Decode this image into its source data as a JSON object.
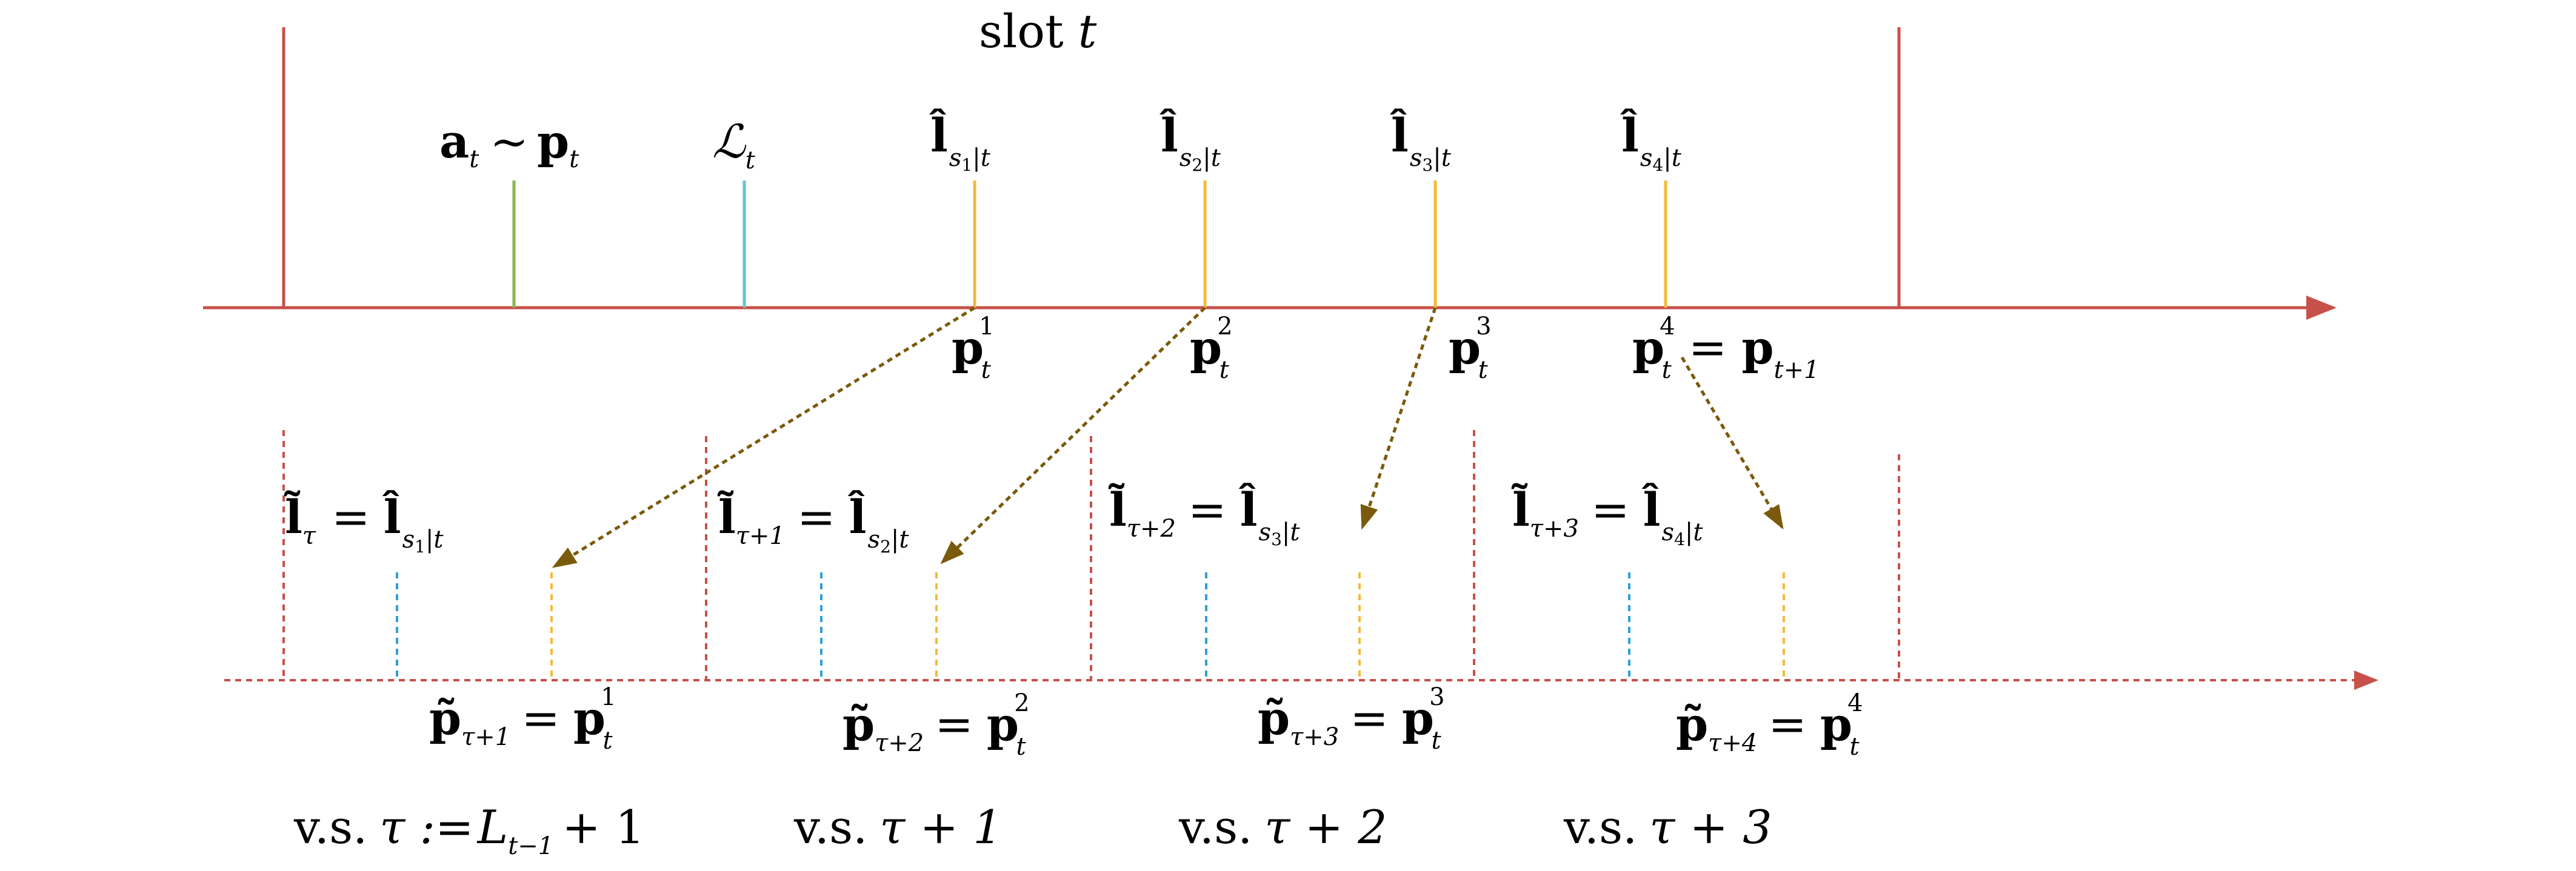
{
  "title": {
    "prefix": "slot",
    "var": "t"
  },
  "colors": {
    "main": "#c8504a",
    "green": "#86b84a",
    "cyan": "#5fc8cf",
    "yellow": "#f5b93a",
    "blue": "#2f9fd8",
    "arrow": "#7a5a0c"
  },
  "top_labels": {
    "a": "a",
    "a_sub": "t",
    "sim": "~",
    "p": "p",
    "p_sub": "t",
    "L": "ℒ",
    "L_sub": "t",
    "lhat": [
      {
        "sym": "l̂",
        "s": "s",
        "idx": "1",
        "tail": "|t"
      },
      {
        "sym": "l̂",
        "s": "s",
        "idx": "2",
        "tail": "|t"
      },
      {
        "sym": "l̂",
        "s": "s",
        "idx": "3",
        "tail": "|t"
      },
      {
        "sym": "l̂",
        "s": "s",
        "idx": "4",
        "tail": "|t"
      }
    ]
  },
  "below_axis": [
    {
      "p": "p",
      "sup": "1",
      "sub": "t"
    },
    {
      "p": "p",
      "sup": "2",
      "sub": "t"
    },
    {
      "p": "p",
      "sup": "3",
      "sub": "t"
    },
    {
      "p": "p",
      "sup": "4",
      "sub": "t",
      "eq": "=",
      "rhs": "p",
      "rhs_sub": "t+1"
    }
  ],
  "segments": [
    {
      "lt": "l̃",
      "lt_sub": "τ",
      "eq": "=",
      "lh": "l̂",
      "s": "s",
      "idx": "1",
      "tail": "|t",
      "pt": "p̃",
      "pt_sub": "τ+1",
      "p": "p",
      "p_sup": "1",
      "p_sub": "t",
      "vs": "v.s.",
      "vs_expr": "τ :=",
      "vs_L": "L",
      "vs_L_sub": "t−1",
      "vs_tail": "+ 1"
    },
    {
      "lt": "l̃",
      "lt_sub": "τ+1",
      "eq": "=",
      "lh": "l̂",
      "s": "s",
      "idx": "2",
      "tail": "|t",
      "pt": "p̃",
      "pt_sub": "τ+2",
      "p": "p",
      "p_sup": "2",
      "p_sub": "t",
      "vs": "v.s.",
      "vs_expr": "τ + 1"
    },
    {
      "lt": "l̃",
      "lt_sub": "τ+2",
      "eq": "=",
      "lh": "l̂",
      "s": "s",
      "idx": "3",
      "tail": "|t",
      "pt": "p̃",
      "pt_sub": "τ+3",
      "p": "p",
      "p_sup": "3",
      "p_sub": "t",
      "vs": "v.s.",
      "vs_expr": "τ + 2"
    },
    {
      "lt": "l̃",
      "lt_sub": "τ+3",
      "eq": "=",
      "lh": "l̂",
      "s": "s",
      "idx": "4",
      "tail": "|t",
      "pt": "p̃",
      "pt_sub": "τ+4",
      "p": "p",
      "p_sup": "4",
      "p_sub": "t",
      "vs": "v.s.",
      "vs_expr": "τ + 3"
    }
  ]
}
